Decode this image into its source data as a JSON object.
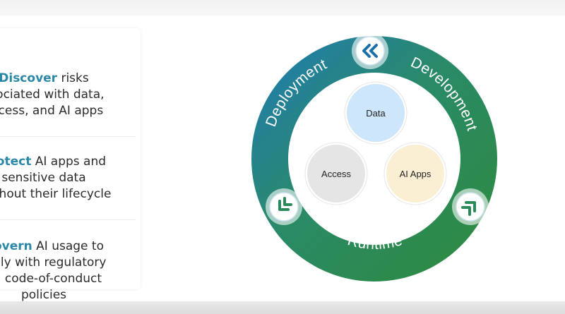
{
  "left_panel": {
    "items": [
      {
        "keyword": "Discover",
        "lines": [
          " risks",
          "ssociated with data,",
          "access, and AI apps"
        ]
      },
      {
        "keyword": "Protect",
        "lines": [
          " AI apps and",
          "sensitive data",
          "oughout their lifecycle"
        ]
      },
      {
        "keyword": "Govern",
        "lines": [
          " AI usage to",
          "mply with regulatory",
          "nd code-of-conduct",
          "policies"
        ]
      }
    ]
  },
  "diagram": {
    "ring_labels": {
      "deployment": "Deployment",
      "development": "Development",
      "runtime": "Runtime"
    },
    "nodes": {
      "data": "Data",
      "access": "Access",
      "ai_apps": "AI Apps"
    },
    "colors": {
      "keyword": "#2b88a6",
      "ring_blue": "#1e7ab8",
      "ring_green": "#2d8a3e",
      "data_fill": "#cde6fb",
      "access_fill": "#e5e5e5",
      "ai_apps_fill": "#fbefd3",
      "arrow": "#1e6fa8"
    },
    "icons": {
      "top": "double-chevron-left-icon",
      "left": "double-chevron-down-left-icon",
      "right": "double-chevron-up-right-icon"
    }
  }
}
